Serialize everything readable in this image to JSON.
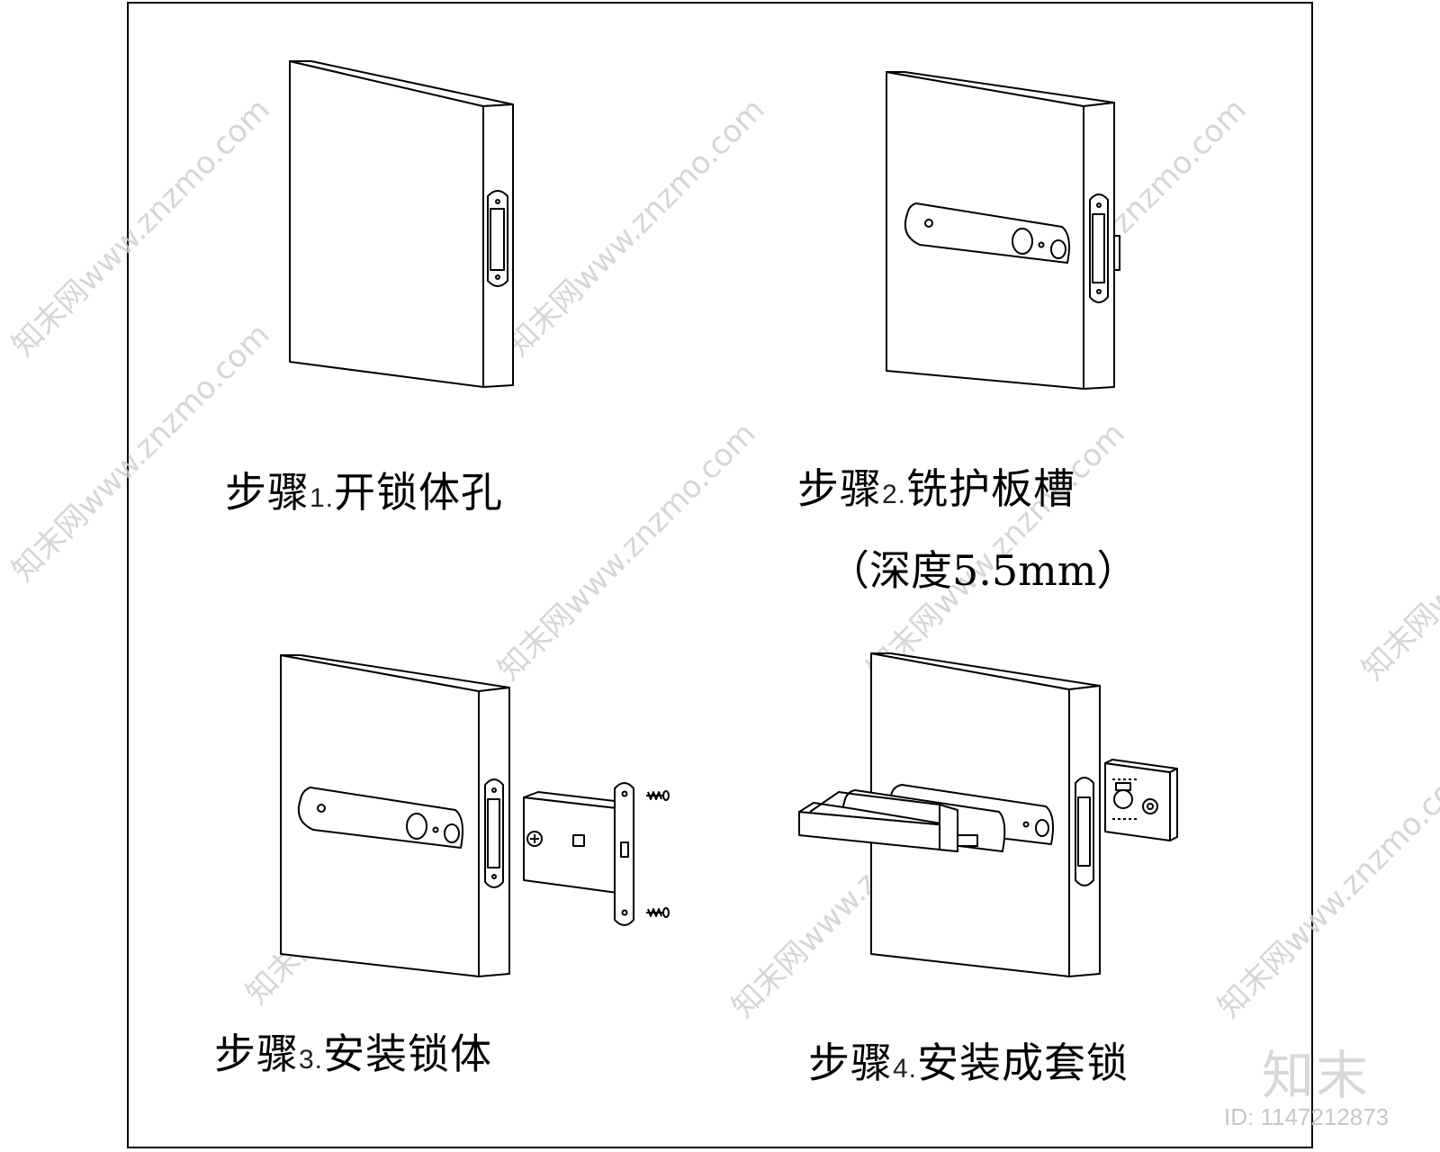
{
  "steps": [
    {
      "prefix": "步骤",
      "num": "1.",
      "text": "开锁体孔"
    },
    {
      "prefix": "步骤",
      "num": "2.",
      "text": "铣护板槽",
      "note": "（深度5.5mm）"
    },
    {
      "prefix": "步骤",
      "num": "3.",
      "text": "安装锁体"
    },
    {
      "prefix": "步骤",
      "num": "4.",
      "text": "安装成套锁"
    }
  ],
  "watermark": {
    "text": "知末网www.znzmo.com"
  },
  "brand": {
    "logo": "知末",
    "id": "ID: 1147212873"
  }
}
